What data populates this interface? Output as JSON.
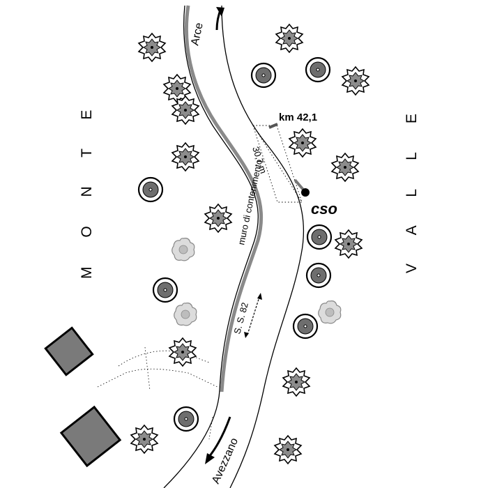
{
  "map": {
    "labels": {
      "monte": "M O N T E",
      "valle": "V A L L E",
      "arce": "Arce",
      "avezzano": "Avezzano",
      "muro": "muro di contenimento",
      "ss82": "S. S. 82",
      "km": "km 42,1",
      "distance": "30,7 m",
      "cso": "cso"
    },
    "colors": {
      "line": "#000000",
      "wall": "#8a8a8a",
      "building": "#7a7a7a",
      "tree_fill": "#8c8c8c",
      "tree_light": "#c8c8c8"
    },
    "icons": {
      "tree": "tree-icon",
      "deciduous_tree": "round-tree-icon",
      "building": "building-icon",
      "accident_point": "accident-point-icon",
      "direction_arrow": "arrow-icon"
    }
  }
}
